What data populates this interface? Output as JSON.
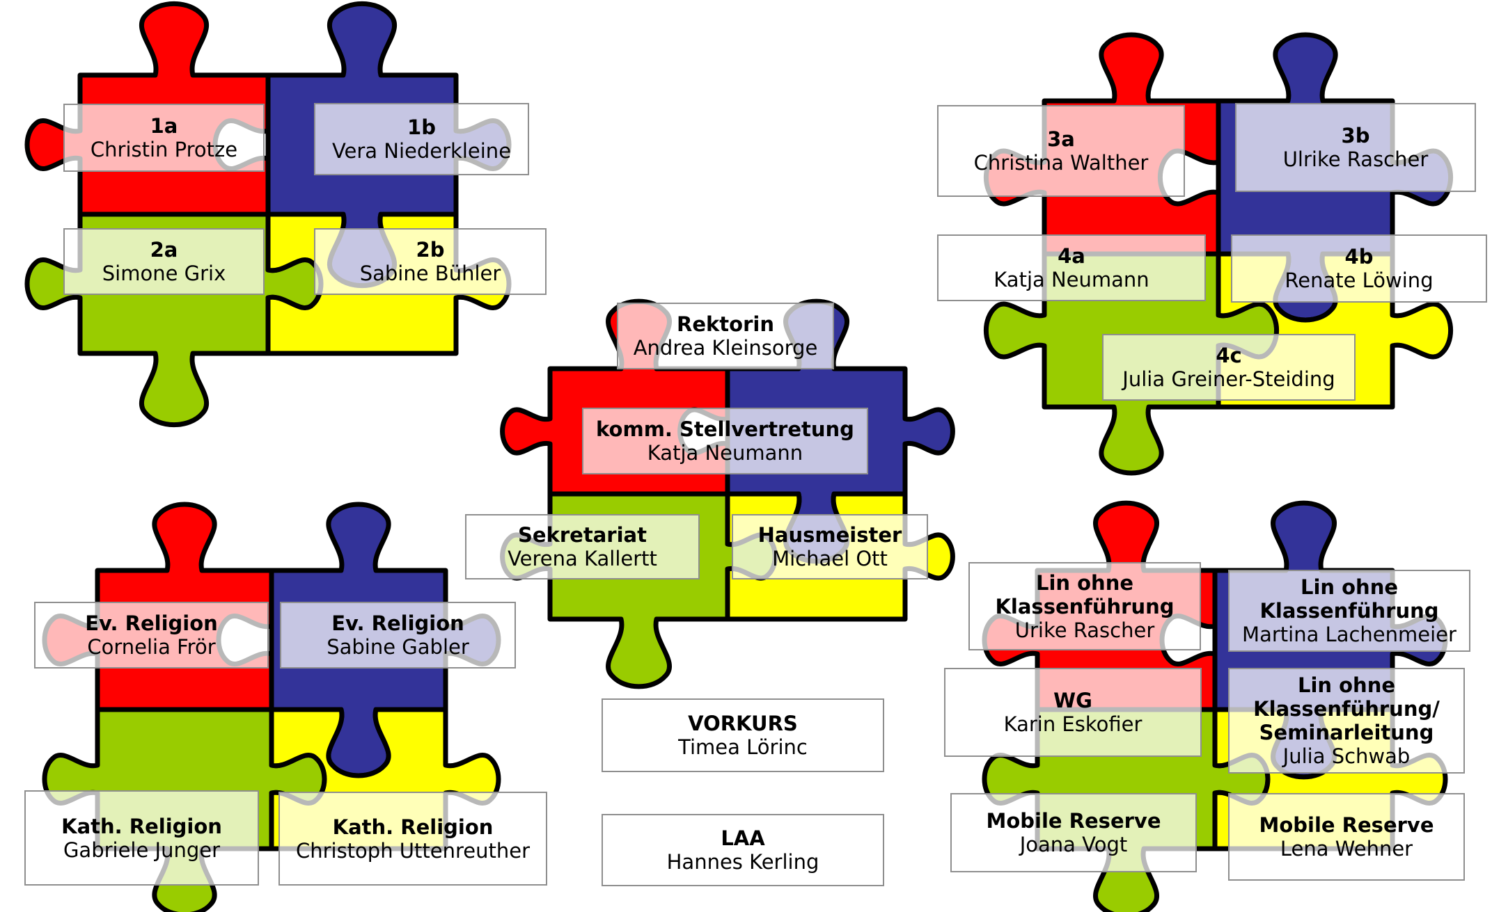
{
  "colors": {
    "red": "#ff0000",
    "blue": "#333399",
    "green": "#99cc00",
    "yellow": "#ffff00",
    "outline": "#000000",
    "label_border": "#8e8e8e"
  },
  "labels": [
    {
      "id": "1a",
      "t1": "1a",
      "t2": "",
      "t3": "",
      "name": "Christin Protze"
    },
    {
      "id": "1b",
      "t1": "1b",
      "t2": "",
      "t3": "",
      "name": "Vera Niederkleine"
    },
    {
      "id": "2a",
      "t1": "2a",
      "t2": "",
      "t3": "",
      "name": "Simone Grix"
    },
    {
      "id": "2b",
      "t1": "2b",
      "t2": "",
      "t3": "",
      "name": "Sabine Bühler"
    },
    {
      "id": "3a",
      "t1": "3a",
      "t2": "",
      "t3": "",
      "name": "Christina Walther"
    },
    {
      "id": "3b",
      "t1": "3b",
      "t2": "",
      "t3": "",
      "name": "Ulrike Rascher"
    },
    {
      "id": "4a",
      "t1": "4a",
      "t2": "",
      "t3": "",
      "name": "Katja Neumann"
    },
    {
      "id": "4b",
      "t1": "4b",
      "t2": "",
      "t3": "",
      "name": "Renate Löwing"
    },
    {
      "id": "4c",
      "t1": "4c",
      "t2": "",
      "t3": "",
      "name": "Julia Greiner-Steiding"
    },
    {
      "id": "rektorin",
      "t1": "Rektorin",
      "t2": "",
      "t3": "",
      "name": "Andrea Kleinsorge"
    },
    {
      "id": "stellvertretung",
      "t1": "komm. Stellvertretung",
      "t2": "",
      "t3": "",
      "name": "Katja  Neumann"
    },
    {
      "id": "sekretariat",
      "t1": "Sekretariat",
      "t2": "",
      "t3": "",
      "name": "Verena Kallertt"
    },
    {
      "id": "hausmeister",
      "t1": "Hausmeister",
      "t2": "",
      "t3": "",
      "name": "Michael Ott"
    },
    {
      "id": "ev-religion-1",
      "t1": "Ev. Religion",
      "t2": "",
      "t3": "",
      "name": "Cornelia Frör"
    },
    {
      "id": "ev-religion-2",
      "t1": "Ev.  Religion",
      "t2": "",
      "t3": "",
      "name": "Sabine Gabler"
    },
    {
      "id": "kath-religion-1",
      "t1": "Kath. Religion",
      "t2": "",
      "t3": "",
      "name": "Gabriele Junger"
    },
    {
      "id": "kath-religion-2",
      "t1": "Kath. Religion",
      "t2": "",
      "t3": "",
      "name": "Christoph Uttenreuther"
    },
    {
      "id": "vorkurs",
      "t1": "VORKURS",
      "t2": "",
      "t3": "",
      "name": "Timea Lörinc"
    },
    {
      "id": "laa",
      "t1": "LAA",
      "t2": "",
      "t3": "",
      "name": "Hannes Kerling"
    },
    {
      "id": "lin-1",
      "t1": "Lin ohne",
      "t2": "Klassenführung",
      "t3": "",
      "name": "Urike Rascher"
    },
    {
      "id": "lin-2",
      "t1": "Lin ohne",
      "t2": "Klassenführung",
      "t3": "",
      "name": "Martina Lachenmeier"
    },
    {
      "id": "wg",
      "t1": "WG",
      "t2": "",
      "t3": "",
      "name": "Karin Eskofier"
    },
    {
      "id": "lin-3",
      "t1": "Lin ohne",
      "t2": "Klassenführung/",
      "t3": "Seminarleitung",
      "name": "Julia Schwab"
    },
    {
      "id": "mobile-reserve-1",
      "t1": "Mobile Reserve",
      "t2": "",
      "t3": "",
      "name": "Joana Vogt"
    },
    {
      "id": "mobile-reserve-2",
      "t1": "Mobile Reserve",
      "t2": "",
      "t3": "",
      "name": "Lena Wehner"
    }
  ]
}
